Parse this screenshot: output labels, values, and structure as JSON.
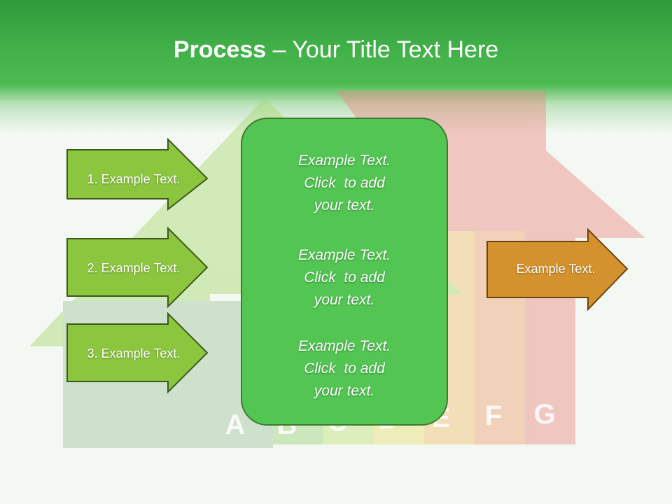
{
  "title": {
    "bold": "Process",
    "rest": " – Your Title Text Here"
  },
  "left_arrows": [
    {
      "label": "1. Example Text."
    },
    {
      "label": "2. Example Text."
    },
    {
      "label": "3. Example Text."
    }
  ],
  "center_paragraphs": [
    {
      "lines": [
        "Example Text.",
        "Click  to add",
        "your text."
      ]
    },
    {
      "lines": [
        "Example Text.",
        "Click  to add",
        "your text."
      ]
    },
    {
      "lines": [
        "Example Text.",
        "Click  to add",
        "your text."
      ]
    }
  ],
  "right_arrow": {
    "label": "Example Text."
  },
  "background_letters": [
    "A",
    "B",
    "C",
    "D",
    "E",
    "F",
    "G"
  ],
  "colors": {
    "header_green": "#3fae47",
    "left_arrow_fill": "#8cc63f",
    "left_arrow_border": "#3c5a1c",
    "center_box_fill": "#52c552",
    "right_arrow_fill": "#d4922e",
    "right_arrow_border": "#6b4512"
  }
}
